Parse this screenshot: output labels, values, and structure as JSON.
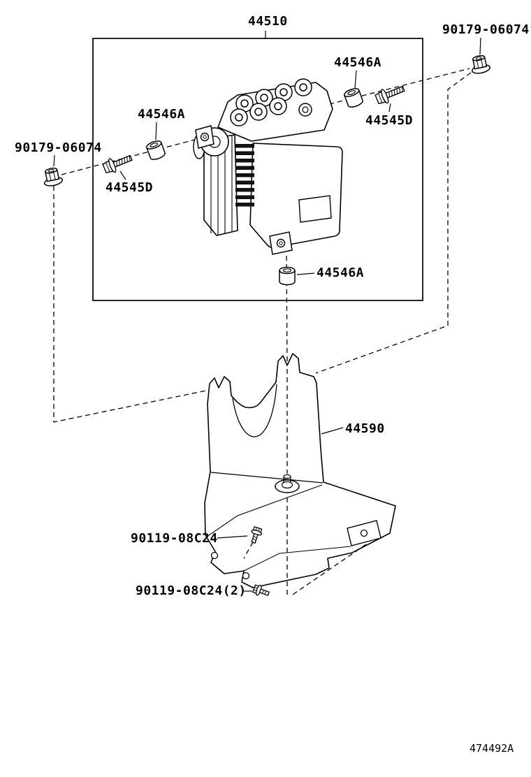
{
  "diagram": {
    "drawing_number": "474492A",
    "parts": {
      "main_assembly": "44510",
      "nut_right": "90179-06074",
      "nut_left": "90179-06074",
      "grommet_top": "44546A",
      "grommet_left": "44546A",
      "grommet_bottom": "44546A",
      "bolt_right": "44545D",
      "bolt_left": "44545D",
      "bracket": "44590",
      "bracket_bolt_1": "90119-08C24",
      "bracket_bolt_2": "90119-08C24(2)"
    },
    "colors": {
      "line": "#000000",
      "background": "#ffffff",
      "fin_fill": "#111111"
    }
  }
}
